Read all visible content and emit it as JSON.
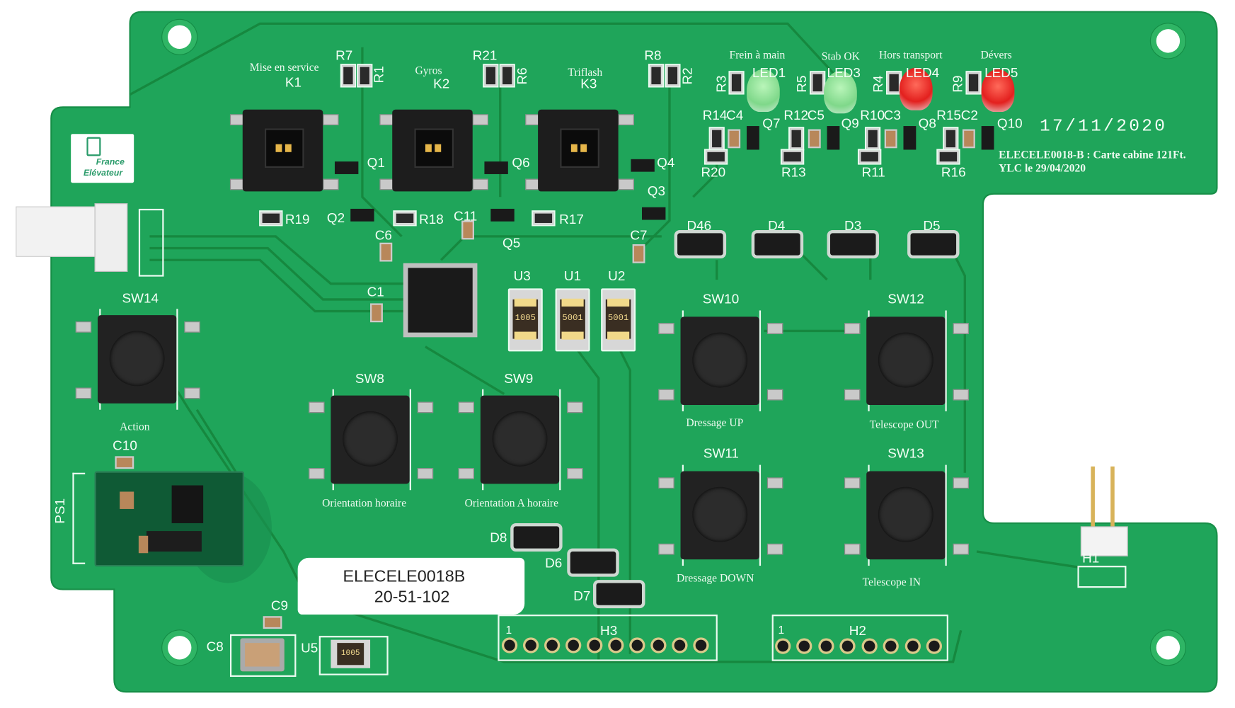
{
  "board": {
    "id_text": "ELECELE0018-B : Carte cabine 121Ft.",
    "author_text": "YLC le 29/04/2020",
    "date_stamp": "17/11/2020",
    "logo_text": [
      "France",
      "Elévateur"
    ],
    "colors": {
      "pcb": "#1fa55a",
      "trace": "#16883f",
      "silk": "#f4fff6"
    }
  },
  "sticker": {
    "line1": "ELECELE0018B",
    "line2": "20-51-102"
  },
  "functions": {
    "k1": "Mise en service",
    "k2": "Gyros",
    "k3": "Triflash",
    "led1": "Frein à main",
    "led3": "Stab OK",
    "led4": "Hors transport",
    "led5": "Dévers",
    "sw14": "Action",
    "sw8": "Orientation horaire",
    "sw9": "Orientation A horaire",
    "sw10": "Dressage UP",
    "sw12": "Telescope OUT",
    "sw11": "Dressage DOWN",
    "sw13": "Telescope IN"
  },
  "refs": {
    "K1": "K1",
    "K2": "K2",
    "K3": "K3",
    "R7": "R7",
    "R1": "R1",
    "R21": "R21",
    "R6": "R6",
    "R8": "R8",
    "R2": "R2",
    "Q1": "Q1",
    "Q2": "Q2",
    "Q3": "Q3",
    "Q4": "Q4",
    "Q5": "Q5",
    "Q6": "Q6",
    "Q7": "Q7",
    "Q8": "Q8",
    "Q9": "Q9",
    "Q10": "Q10",
    "R19": "R19",
    "R18": "R18",
    "R17": "R17",
    "C11": "C11",
    "C6": "C6",
    "C7": "C7",
    "C1": "C1",
    "U1": "U1",
    "U2": "U2",
    "U3": "U3",
    "U5": "U5",
    "R3": "R3",
    "R5": "R5",
    "R4": "R4",
    "R9": "R9",
    "LED1": "LED1",
    "LED3": "LED3",
    "LED4": "LED4",
    "LED5": "LED5",
    "R14": "R14",
    "C4": "C4",
    "R12": "R12",
    "C5": "C5",
    "R10": "R10",
    "C3": "C3",
    "R15": "R15",
    "C2": "C2",
    "R20": "R20",
    "R13": "R13",
    "R11": "R11",
    "R16": "R16",
    "D46": "D46",
    "D4": "D4",
    "D3": "D3",
    "D5": "D5",
    "D6": "D6",
    "D7": "D7",
    "D8": "D8",
    "SW8": "SW8",
    "SW9": "SW9",
    "SW10": "SW10",
    "SW11": "SW11",
    "SW12": "SW12",
    "SW13": "SW13",
    "SW14": "SW14",
    "C8": "C8",
    "C9": "C9",
    "C10": "C10",
    "PS1": "PS1",
    "H1": "H1",
    "H2": "H2",
    "H3": "H3",
    "pin1": "1"
  },
  "chip_marks": {
    "U3": "1005",
    "U1": "5001",
    "U2": "5001",
    "U5": "1005"
  }
}
